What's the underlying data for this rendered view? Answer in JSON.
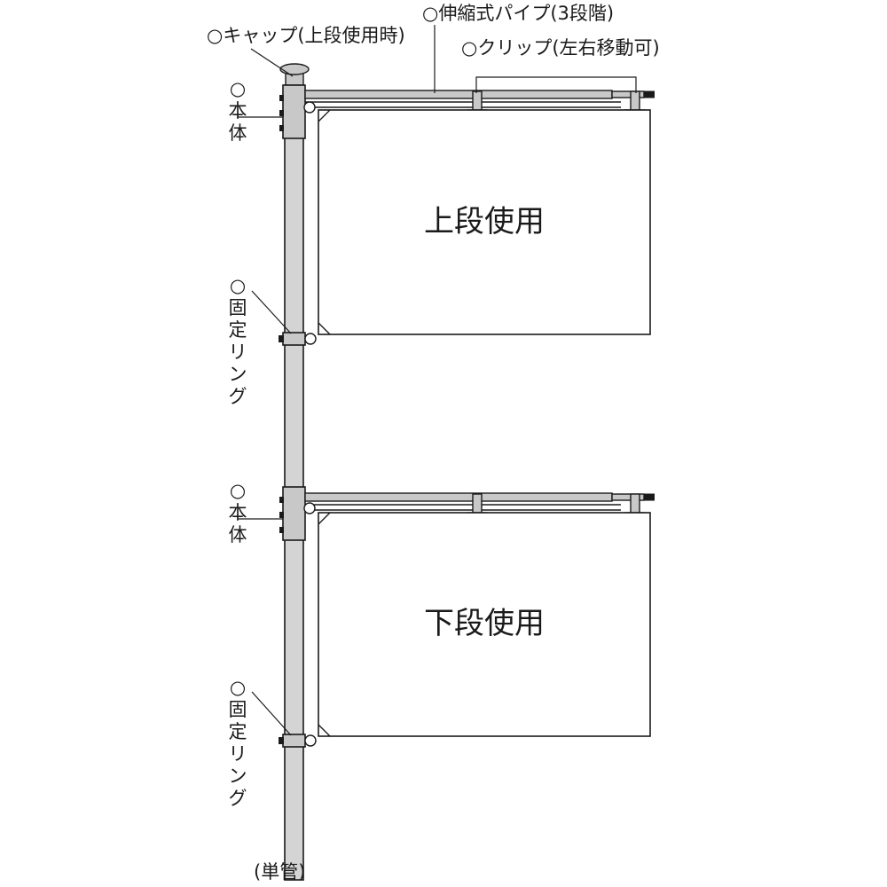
{
  "labels": {
    "cap": "○キャップ(上段使用時)",
    "telescopic_pipe": "○伸縮式パイプ(3段階)",
    "clip": "○クリップ(左右移動可)",
    "body_upper": "○本体",
    "body_lower": "○本体",
    "ring_upper": "○固定リング",
    "ring_lower": "○固定リング",
    "single_pipe": "(単管)",
    "flag_upper": "上段使用",
    "flag_lower": "下段使用"
  },
  "colors": {
    "line": "#1a1a1a",
    "metal": "#c8c8c8",
    "pole": "#d4d4d4",
    "dark": "#1a1a1a",
    "paper": "#ffffff"
  }
}
